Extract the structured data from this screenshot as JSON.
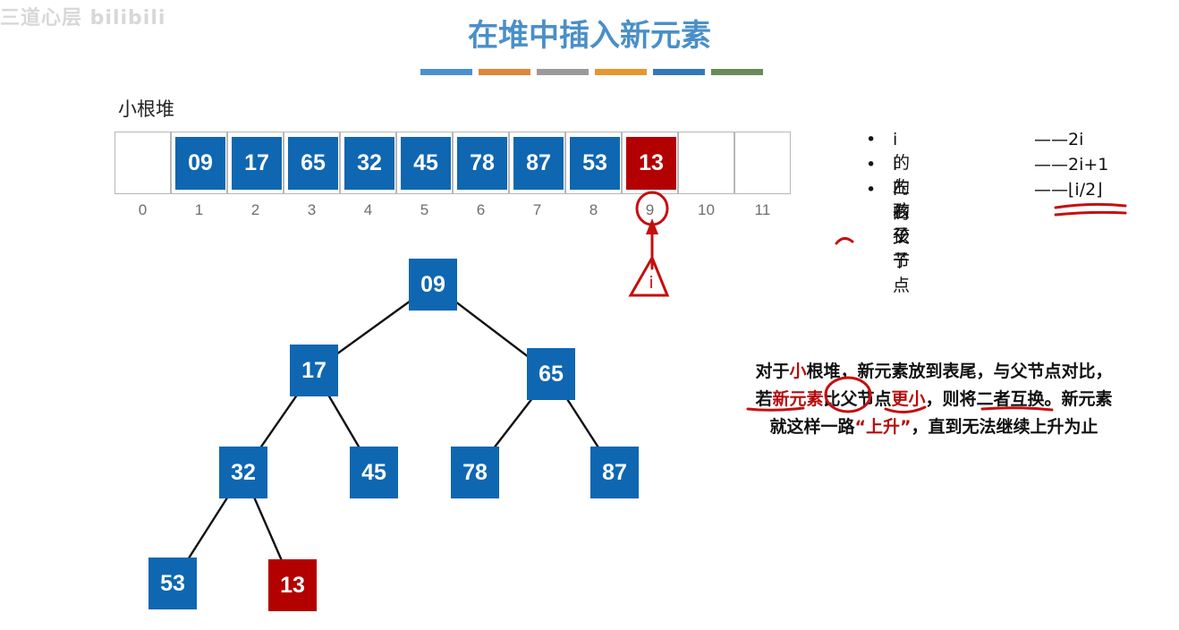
{
  "watermark": "三道心层 bilibili",
  "title": "在堆中插入新元素",
  "colors": {
    "node_blue": "#0f67b1",
    "node_red": "#b30000",
    "title_blue": "#4a8fc9",
    "annotation_red": "#c50f0f",
    "title_bar": [
      "#4a90d0",
      "#e0863a",
      "#9a9a9a",
      "#e7962e",
      "#3478b8",
      "#6b8a5a"
    ]
  },
  "heap_label": "小根堆",
  "array": {
    "cells": [
      {
        "value": "",
        "color": ""
      },
      {
        "value": "09",
        "color": "blue"
      },
      {
        "value": "17",
        "color": "blue"
      },
      {
        "value": "65",
        "color": "blue"
      },
      {
        "value": "32",
        "color": "blue"
      },
      {
        "value": "45",
        "color": "blue"
      },
      {
        "value": "78",
        "color": "blue"
      },
      {
        "value": "87",
        "color": "blue"
      },
      {
        "value": "53",
        "color": "blue"
      },
      {
        "value": "13",
        "color": "red"
      },
      {
        "value": "",
        "color": ""
      },
      {
        "value": "",
        "color": ""
      }
    ],
    "indices": [
      "0",
      "1",
      "2",
      "3",
      "4",
      "5",
      "6",
      "7",
      "8",
      "9",
      "10",
      "11"
    ]
  },
  "pointer_label": "i",
  "tree": {
    "nodes": [
      "09",
      "17",
      "65",
      "32",
      "45",
      "78",
      "87",
      "53",
      "13"
    ],
    "highlight_index": 8
  },
  "formulas": [
    {
      "bullet": "•",
      "label": "i 的左孩子",
      "value": "——2i"
    },
    {
      "bullet": "•",
      "label": "i 的右孩子",
      "value": "——2i+1"
    },
    {
      "bullet": "•",
      "label": "i 的父节点",
      "value": "——⌊i/2⌋"
    }
  ],
  "explain": {
    "l1a": "对于",
    "l1b": "小",
    "l1c": "根堆，新元素放到表尾，与父节点对比，",
    "l2a": "若",
    "l2b": "新元素",
    "l2c": "比父节点",
    "l2d": "更小",
    "l2e": "，则将二者互换。新元素",
    "l3a": "就这样一路",
    "l3b": "“上升”",
    "l3c": "，直到无法继续上升为止"
  }
}
